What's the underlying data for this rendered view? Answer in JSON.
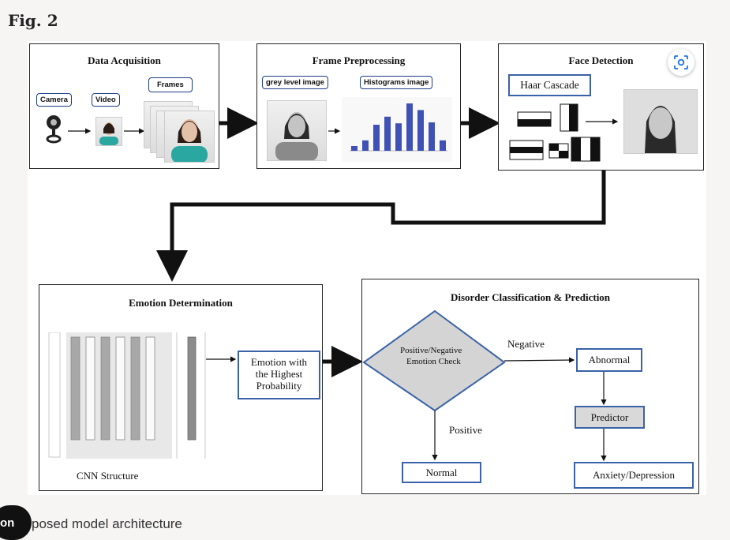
{
  "figure": {
    "title": "Fig. 2"
  },
  "caption": {
    "text": "posed model architecture",
    "button_label": "on"
  },
  "panels": {
    "acquisition": {
      "title": "Data Acquisition",
      "camera": "Camera",
      "video": "Video",
      "frames": "Frames"
    },
    "preprocessing": {
      "title": "Frame Preprocessing",
      "grey": "grey level image",
      "histogram": "Histograms image"
    },
    "detection": {
      "title": "Face Detection",
      "haar": "Haar Cascade"
    },
    "emotion": {
      "title": "Emotion Determination",
      "result_line1": "Emotion with",
      "result_line2": "the Highest",
      "result_line3": "Probability",
      "cnn_label": "CNN Structure"
    },
    "disorder": {
      "title": "Disorder Classification & Prediction",
      "check_line1": "Positive/Negative",
      "check_line2": "Emotion Check",
      "negative": "Negative",
      "positive": "Positive",
      "abnormal": "Abnormal",
      "predictor": "Predictor",
      "normal": "Normal",
      "anxiety": "Anxiety/Depression"
    }
  },
  "histogram_bars": [
    0.1,
    0.22,
    0.55,
    0.72,
    0.58,
    1.0,
    0.86,
    0.6,
    0.22
  ],
  "colors": {
    "accent_blue": "#3a62a8",
    "bar_blue": "#3f51b5",
    "predictor_fill": "#d9d9d9",
    "diamond_fill": "#d4d4d4"
  },
  "icons": {
    "lens": "lens-search-icon",
    "webcam": "webcam-icon"
  }
}
